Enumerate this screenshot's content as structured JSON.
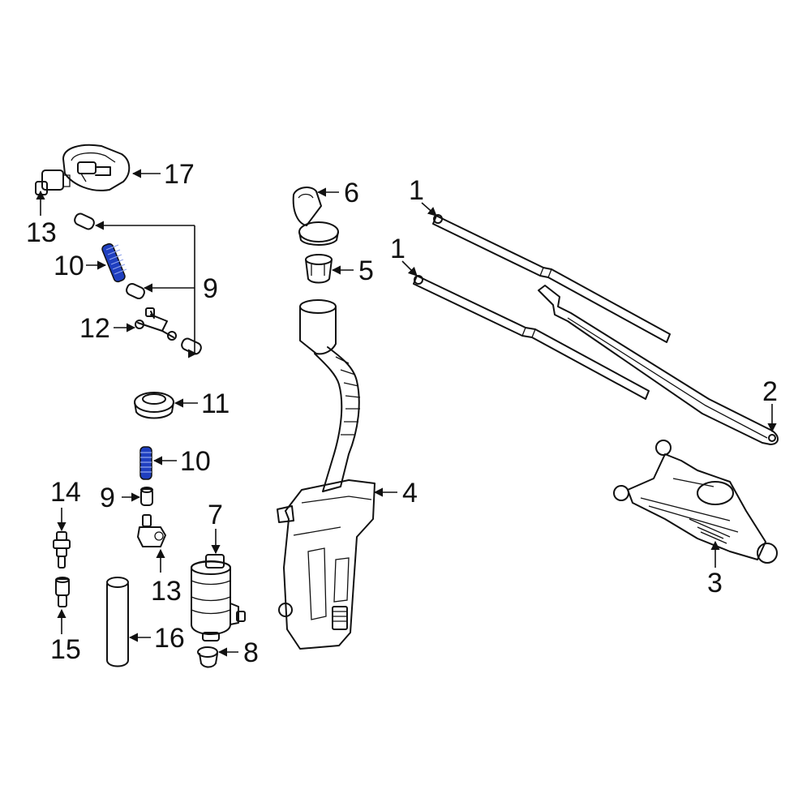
{
  "highlight_color": "#1f3fbf",
  "ink_color": "#111111",
  "callouts": {
    "c1a": "1",
    "c1b": "1",
    "c2": "2",
    "c3": "3",
    "c4": "4",
    "c5": "5",
    "c6": "6",
    "c7": "7",
    "c8": "8",
    "c9a": "9",
    "c9b": "9",
    "c10a": "10",
    "c10b": "10",
    "c11": "11",
    "c12": "12",
    "c13a": "13",
    "c13b": "13",
    "c14": "14",
    "c15": "15",
    "c16": "16",
    "c17": "17"
  }
}
